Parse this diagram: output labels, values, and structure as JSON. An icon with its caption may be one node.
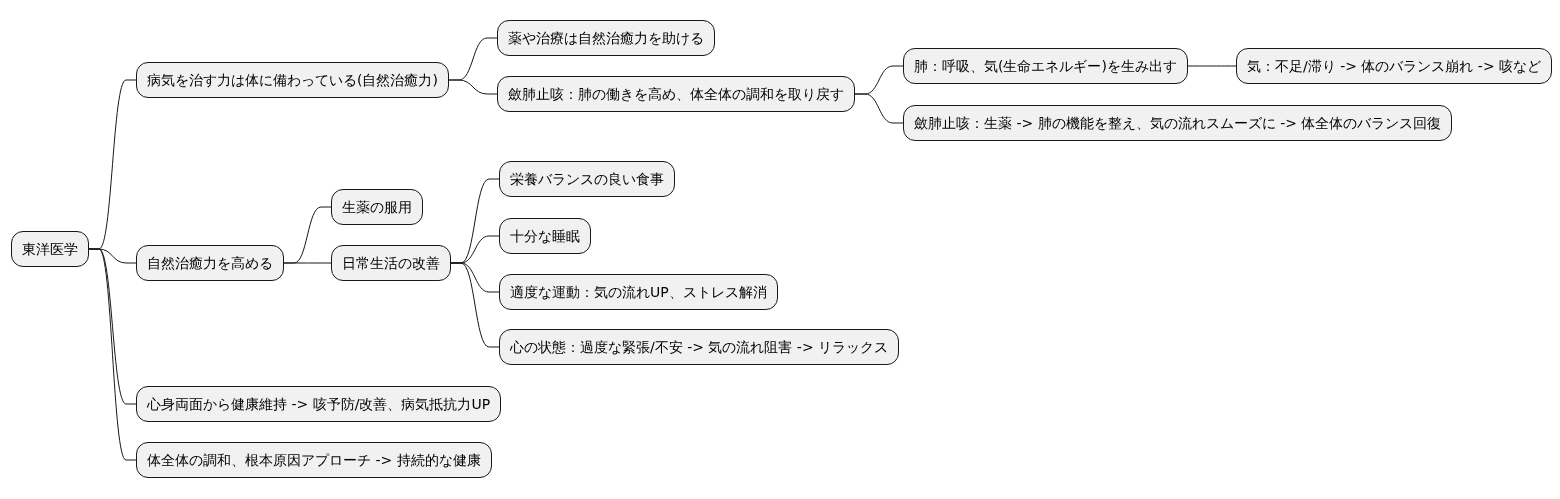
{
  "diagram": {
    "nodes": [
      {
        "text": [
          "東洋医学"
        ]
      },
      {
        "text": [
          "病気を治す力は体に備わっている(自然治癒力)"
        ]
      },
      {
        "text": [
          "薬や治療は自然治癒力を助ける"
        ]
      },
      {
        "text": [
          "斂肺止咳：肺の働きを高め、体全体の調和を取り戻す"
        ]
      },
      {
        "text": [
          "肺：呼吸、気(生命エネルギー)を生み出す"
        ]
      },
      {
        "text": [
          "気：不足/滞り -> 体のバランス崩れ -> 咳など"
        ]
      },
      {
        "text": [
          "斂肺止咳：生薬 -> 肺の機能を整え、気の流れスムーズに -> 体全体のバランス回復"
        ]
      },
      {
        "text": [
          "自然治癒力を高める"
        ]
      },
      {
        "text": [
          "生薬の服用"
        ]
      },
      {
        "text": [
          "日常生活の改善"
        ]
      },
      {
        "text": [
          "栄養バランスの良い食事"
        ]
      },
      {
        "text": [
          "十分な睡眠"
        ]
      },
      {
        "text": [
          "適度な運動：気の流れUP、ストレス解消"
        ]
      },
      {
        "text": [
          "心の状態：過度な緊張/不安 -> 気の流れ阻害 -> リラックス"
        ]
      },
      {
        "text": [
          "心身両面から健康維持 -> 咳予防/改善、病気抵抗力UP"
        ]
      },
      {
        "text": [
          "体全体の調和、根本原因アプローチ -> 持続的な健康"
        ]
      }
    ],
    "edges": [
      {
        "from": 0,
        "to": 1,
        "arrow": "none"
      },
      {
        "from": 1,
        "to": 2,
        "arrow": "none"
      },
      {
        "from": 1,
        "to": 3,
        "arrow": "none"
      },
      {
        "from": 3,
        "to": 4,
        "arrow": "none"
      },
      {
        "from": 4,
        "to": 5,
        "arrow": "none"
      },
      {
        "from": 3,
        "to": 6,
        "arrow": "none"
      },
      {
        "from": 0,
        "to": 7,
        "arrow": "none"
      },
      {
        "from": 7,
        "to": 8,
        "arrow": "none"
      },
      {
        "from": 7,
        "to": 9,
        "arrow": "none"
      },
      {
        "from": 9,
        "to": 10,
        "arrow": "none"
      },
      {
        "from": 9,
        "to": 11,
        "arrow": "none"
      },
      {
        "from": 9,
        "to": 12,
        "arrow": "none"
      },
      {
        "from": 9,
        "to": 13,
        "arrow": "none"
      },
      {
        "from": 0,
        "to": 14,
        "arrow": "none"
      },
      {
        "from": 0,
        "to": 15,
        "arrow": "none"
      }
    ]
  }
}
